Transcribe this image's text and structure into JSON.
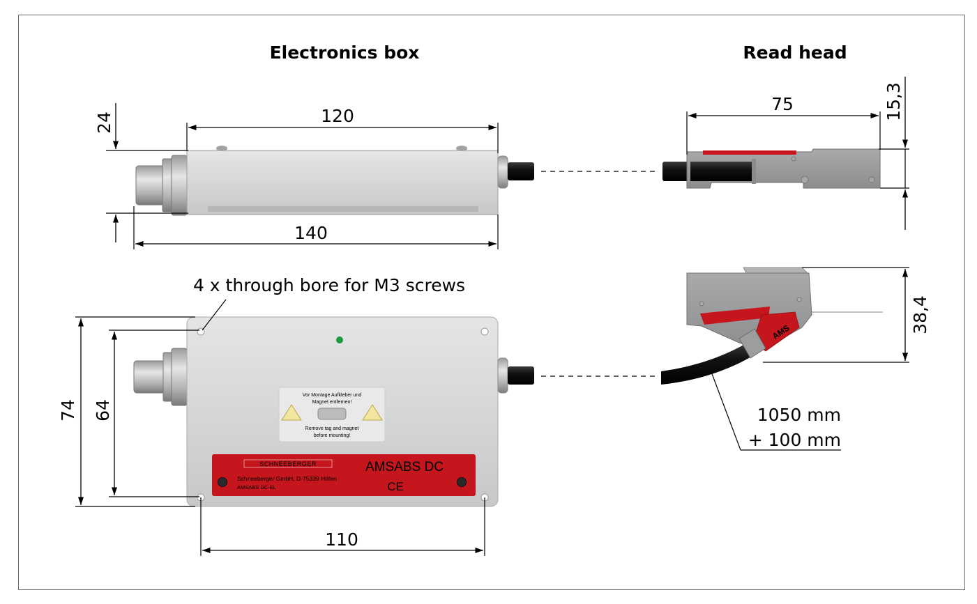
{
  "titles": {
    "electronics_box": "Electronics box",
    "read_head": "Read head"
  },
  "dims": {
    "d120": "120",
    "d24": "24",
    "d140": "140",
    "d75": "75",
    "d15_3": "15,3",
    "d74": "74",
    "d64": "64",
    "d110": "110",
    "d38_4": "38,4"
  },
  "annotations": {
    "bores": "4 x through bore for M3 screws",
    "cable_length_1": "1050 mm",
    "cable_length_2": "+ 100 mm"
  },
  "label": {
    "brand": "SCHNEEBERGER",
    "product": "AMSABS DC",
    "company": "Schneeberger GmbH, D-75339 Höfen",
    "model": "AMSABS DC-EL",
    "ce": "CE",
    "ams": "AMS"
  },
  "warning_sticker": {
    "de_line1": "Vor Montage Aufkleber und",
    "de_line2": "Magnet entfernen!",
    "en_line1": "Remove tag and magnet",
    "en_line2": "before mounting!"
  },
  "colors": {
    "label_red": "#c4161c",
    "body_grey": "#d6d7d9",
    "status_led": "#1a9a3a"
  }
}
